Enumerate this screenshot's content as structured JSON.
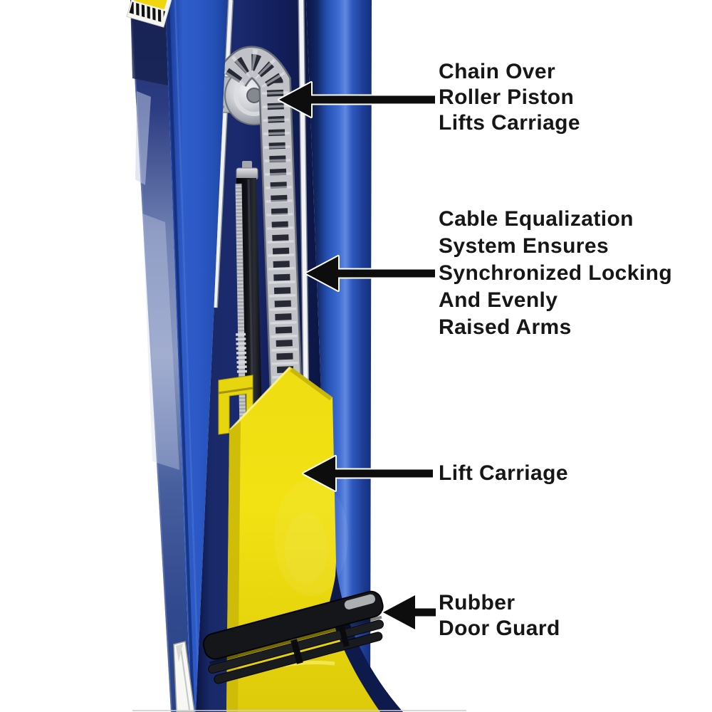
{
  "figure": {
    "type": "annotated-product-diagram",
    "subject": "vehicle lift column",
    "colors": {
      "background": "#ffffff",
      "column_blue": "#2e5cc8",
      "interior_navy": "#15225f",
      "carriage_yellow": "#f0de12",
      "rubber_black": "#17181a",
      "chain_silver": "#c0c2c8",
      "arrow_black": "#0d0d0d",
      "arrow_outline": "#ffffff",
      "label_text": "#161616"
    }
  },
  "callouts": [
    {
      "id": "chain-over-roller",
      "arrow": "left-arrow-icon",
      "lines": [
        "Chain Over",
        "Roller Piston",
        "Lifts Carriage"
      ]
    },
    {
      "id": "cable-equalization",
      "arrow": "left-arrow-icon",
      "lines": [
        "Cable Equalization",
        "System Ensures",
        "Synchronized Locking",
        "And Evenly",
        "Raised Arms"
      ]
    },
    {
      "id": "lift-carriage",
      "arrow": "left-arrow-icon",
      "lines": [
        "Lift Carriage"
      ]
    },
    {
      "id": "rubber-door-guard",
      "arrow": "left-arrow-icon",
      "lines": [
        "Rubber",
        "Door Guard"
      ]
    }
  ]
}
